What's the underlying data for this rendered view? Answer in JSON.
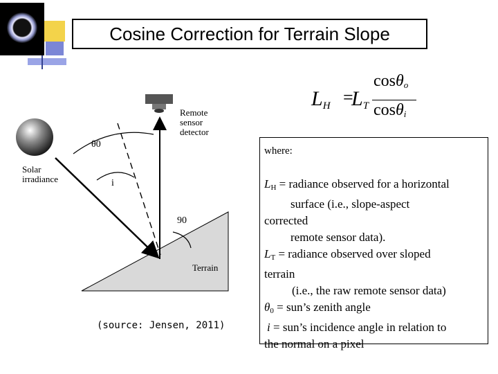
{
  "slide": {
    "title": "Cosine Correction for Terrain Slope",
    "formula": {
      "lhs_main": "L",
      "lhs_sub": "H",
      "equals": "=",
      "rhs_main": "L",
      "rhs_sub": "T",
      "numerator_fn": "cos",
      "numerator_var": "θ",
      "numerator_sub": "o",
      "denominator_fn": "cos",
      "denominator_var": "θ",
      "denominator_sub": "i"
    },
    "diagram": {
      "remote_sensor_label": [
        "Remote",
        "sensor",
        "detector"
      ],
      "solar_label": [
        "Solar",
        "irradiance"
      ],
      "theta0_label": "θ0",
      "i_label": "i",
      "angle_90_label": "90",
      "terrain_label": "Terrain"
    },
    "source": "(source: Jensen, 2011)",
    "definitions": {
      "where": "where:",
      "lh_sym": "L",
      "lh_sub": "H",
      "lh_text_1": " = radiance observed for a horizontal",
      "lh_text_2": "surface (i.e., slope-aspect",
      "lh_text_3": "corrected",
      "lh_text_4": "remote sensor data).",
      "lt_sym": "L",
      "lt_sub": "T",
      "lt_text_1": " = radiance observed over sloped",
      "lt_text_2": "terrain",
      "lt_text_3": "(i.e., the raw remote sensor data)",
      "theta_sym": "θ",
      "theta_sub": "0",
      "theta_text": " = sun’s zenith angle",
      "i_sym": "i",
      "i_text_1": " = sun’s incidence angle in relation to",
      "i_text_2": "the normal on a pixel"
    }
  }
}
